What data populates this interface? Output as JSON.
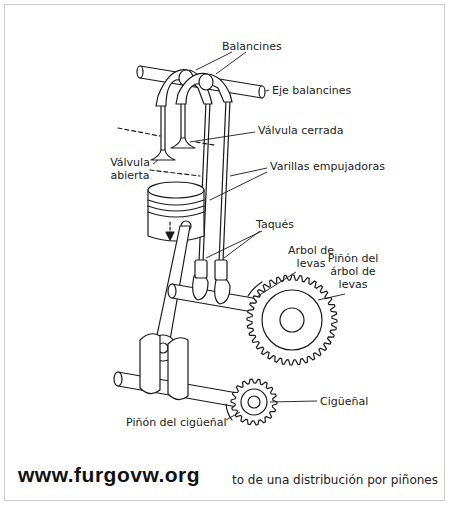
{
  "diagram": {
    "caption": "to de una distribución por piñones",
    "labels": [
      "Balancines",
      "Eje balancines",
      "Válvula cerrada",
      "Válvula abierta",
      "Varillas empujadoras",
      "Taqués",
      "Arbol de levas",
      "Piñón del árbol de levas",
      "Cigüeñal",
      "Piñón del cigüeñal",
      "www.furgovw.org"
    ]
  }
}
